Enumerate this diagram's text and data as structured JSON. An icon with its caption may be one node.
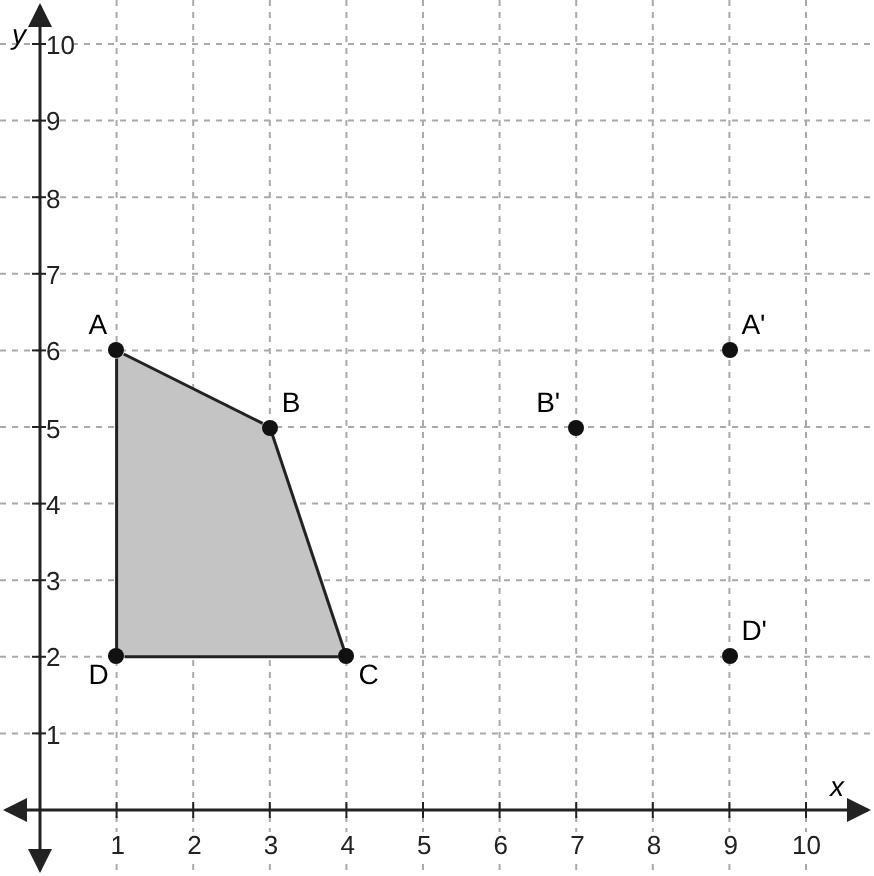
{
  "diagram": {
    "nodes": [
      {
        "text": [
          "A"
        ]
      },
      {
        "text": [
          "B"
        ]
      },
      {
        "text": [
          "C"
        ]
      },
      {
        "text": [
          "D"
        ]
      },
      {
        "text": [
          "A'"
        ]
      },
      {
        "text": [
          "B'"
        ]
      },
      {
        "text": [
          "D'"
        ]
      }
    ],
    "edges": [
      {
        "from": 0,
        "to": 1,
        "arrow": "none"
      },
      {
        "from": 1,
        "to": 2,
        "arrow": "none"
      },
      {
        "from": 2,
        "to": 3,
        "arrow": "none"
      },
      {
        "from": 3,
        "to": 0,
        "arrow": "none"
      }
    ],
    "labels": [
      "y",
      "10",
      "9",
      "8",
      "7",
      "6",
      "5",
      "4",
      "3",
      "2",
      "1",
      "1",
      "2",
      "3",
      "4",
      "5",
      "6",
      "7",
      "8",
      "9",
      "10",
      "x"
    ]
  }
}
